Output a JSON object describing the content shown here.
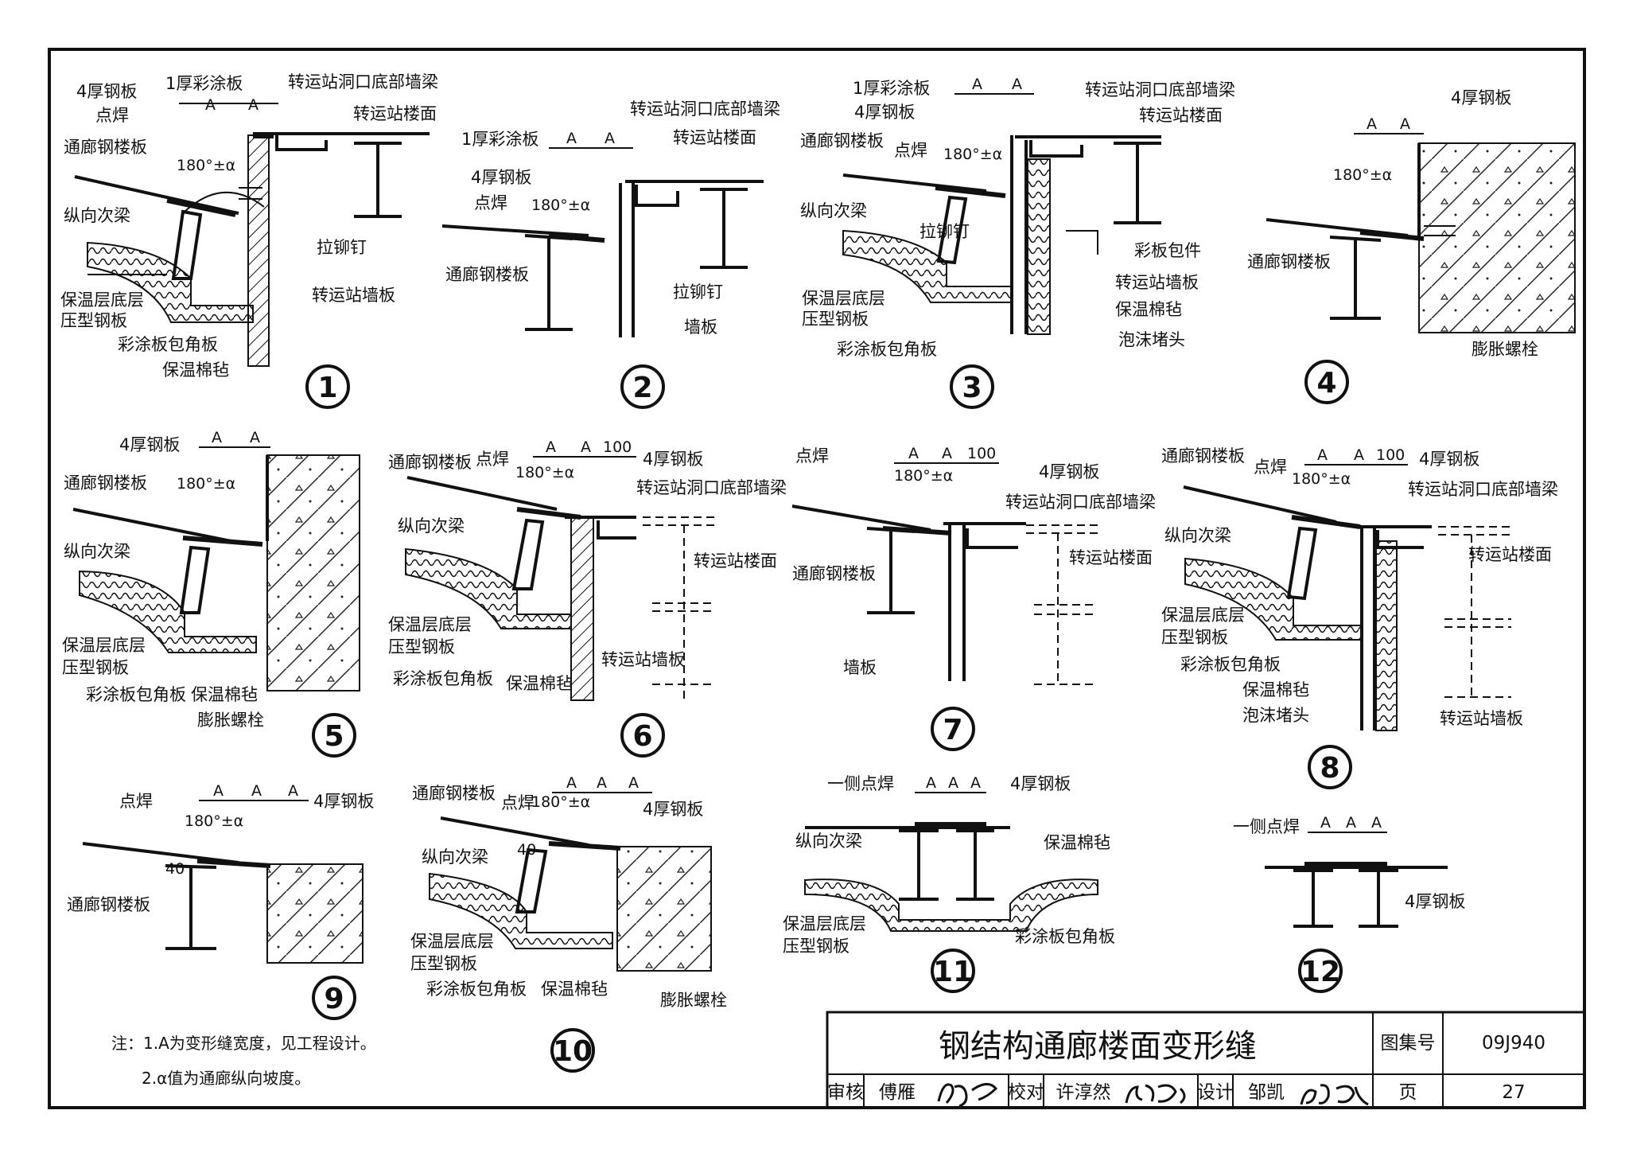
{
  "title_block": {
    "title": "钢结构通廊楼面变形缝",
    "atlas_label": "图集号",
    "atlas_no": "09J940",
    "page_label": "页",
    "page_no": "27",
    "review_label": "审核",
    "review_name": "傅雁",
    "check_label": "校对",
    "check_name": "许淳然",
    "design_label": "设计",
    "design_name": "邹凯"
  },
  "notes": [
    "注：1.A为变形缝宽度，见工程设计。",
    "2.α值为通廊纵向坡度。"
  ],
  "dims": {
    "a": "A",
    "hundred": "100",
    "forty": "40",
    "angle": "180°±α"
  },
  "details": [
    {
      "no": "1",
      "labels": [
        "4厚钢板",
        "1厚彩涂板",
        "转运站洞口底部墙梁",
        "转运站楼面",
        "点焊",
        "通廊钢楼板",
        "纵向次梁",
        "拉铆钉",
        "转运站墙板",
        "保温层底层",
        "压型钢板",
        "彩涂板包角板",
        "保温棉毡"
      ]
    },
    {
      "no": "2",
      "labels": [
        "转运站洞口底部墙梁",
        "1厚彩涂板",
        "转运站楼面",
        "4厚钢板",
        "点焊",
        "通廊钢楼板",
        "拉铆钉",
        "墙板"
      ]
    },
    {
      "no": "3",
      "labels": [
        "1厚彩涂板",
        "转运站洞口底部墙梁",
        "4厚钢板",
        "转运站楼面",
        "通廊钢楼板",
        "点焊",
        "纵向次梁",
        "拉铆钉",
        "彩板包件",
        "转运站墙板",
        "保温层底层",
        "压型钢板",
        "保温棉毡",
        "泡沫堵头",
        "彩涂板包角板"
      ]
    },
    {
      "no": "4",
      "labels": [
        "4厚钢板",
        "通廊钢楼板",
        "膨胀螺栓"
      ]
    },
    {
      "no": "5",
      "labels": [
        "4厚钢板",
        "通廊钢楼板",
        "纵向次梁",
        "保温层底层",
        "压型钢板",
        "彩涂板包角板",
        "保温棉毡",
        "膨胀螺栓"
      ]
    },
    {
      "no": "6",
      "labels": [
        "通廊钢楼板",
        "点焊",
        "4厚钢板",
        "转运站洞口底部墙梁",
        "纵向次梁",
        "转运站楼面",
        "保温层底层",
        "压型钢板",
        "转运站墙板",
        "彩涂板包角板",
        "保温棉毡"
      ]
    },
    {
      "no": "7",
      "labels": [
        "点焊",
        "4厚钢板",
        "转运站洞口底部墙梁",
        "通廊钢楼板",
        "转运站楼面",
        "墙板"
      ]
    },
    {
      "no": "8",
      "labels": [
        "通廊钢楼板",
        "点焊",
        "4厚钢板",
        "转运站洞口底部墙梁",
        "纵向次梁",
        "转运站楼面",
        "保温层底层",
        "压型钢板",
        "彩涂板包角板",
        "保温棉毡",
        "泡沫堵头",
        "转运站墙板"
      ]
    },
    {
      "no": "9",
      "labels": [
        "点焊",
        "4厚钢板",
        "通廊钢楼板"
      ]
    },
    {
      "no": "10",
      "labels": [
        "通廊钢楼板",
        "点焊",
        "4厚钢板",
        "纵向次梁",
        "保温层底层",
        "压型钢板",
        "彩涂板包角板",
        "保温棉毡",
        "膨胀螺栓"
      ]
    },
    {
      "no": "11",
      "labels": [
        "一侧点焊",
        "4厚钢板",
        "纵向次梁",
        "保温棉毡",
        "保温层底层",
        "压型钢板",
        "彩涂板包角板"
      ]
    },
    {
      "no": "12",
      "labels": [
        "一侧点焊",
        "4厚钢板"
      ]
    }
  ]
}
